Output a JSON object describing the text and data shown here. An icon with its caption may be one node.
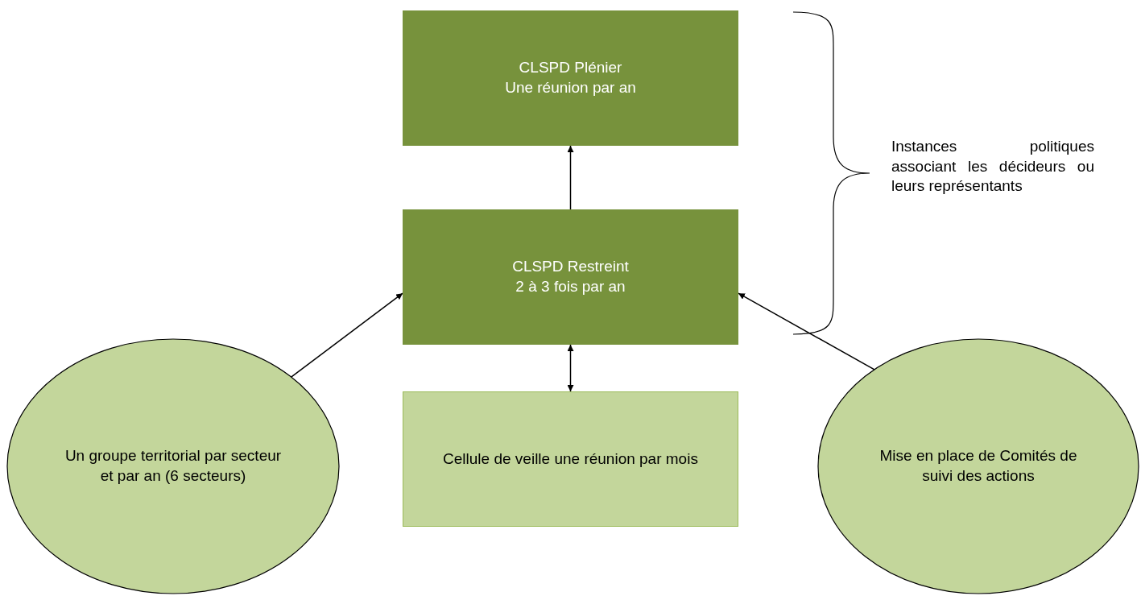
{
  "diagram": {
    "nodes": [
      {
        "text": [
          "CLSPD Plénier",
          "Une réunion par an"
        ]
      },
      {
        "text": [
          "CLSPD Restreint",
          "2 à 3 fois par an"
        ]
      },
      {
        "text": [
          "Cellule de veille une réunion par mois"
        ]
      },
      {
        "text": [
          "Un groupe territorial par secteur et par an (6 secteurs)"
        ]
      },
      {
        "text": [
          "Mise en place de Comités de suivi des actions"
        ]
      }
    ],
    "edges": [
      {
        "from": 1,
        "to": 0,
        "arrow": "to"
      },
      {
        "from": 1,
        "to": 2,
        "arrow": "both"
      },
      {
        "from": 3,
        "to": 1,
        "arrow": "to"
      },
      {
        "from": 4,
        "to": 1,
        "arrow": "to"
      }
    ],
    "labels": [
      "Instances politiques associant les décideurs ou leurs représentants"
    ]
  }
}
